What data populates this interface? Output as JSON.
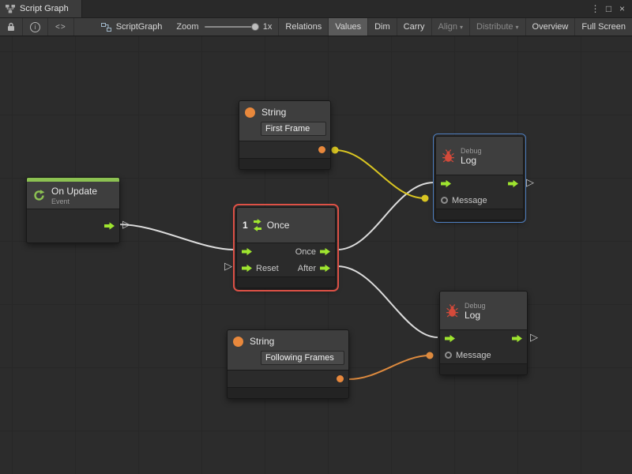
{
  "window": {
    "tab_title": "Script Graph"
  },
  "icons": {
    "menu": "⋮",
    "maximize": "□",
    "close": "×",
    "info": "i",
    "code": "<>",
    "connector": "▷"
  },
  "toolbar": {
    "breadcrumb": "ScriptGraph",
    "zoom_label": "Zoom",
    "zoom_value": "1x",
    "caret": "▾",
    "buttons": [
      {
        "label": "Relations",
        "selected": false
      },
      {
        "label": "Values",
        "selected": true
      },
      {
        "label": "Dim",
        "selected": false
      },
      {
        "label": "Carry",
        "selected": false
      },
      {
        "label": "Align",
        "selected": false,
        "disabled": true,
        "dropdown": true
      },
      {
        "label": "Distribute",
        "selected": false,
        "disabled": true,
        "dropdown": true
      },
      {
        "label": "Overview",
        "selected": false
      },
      {
        "label": "Full Screen",
        "selected": false
      }
    ]
  },
  "nodes": {
    "string_top": {
      "title": "String",
      "value": "First Frame"
    },
    "on_update": {
      "title": "On Update",
      "subtitle": "Event"
    },
    "once": {
      "badge": "1",
      "title": "Once",
      "out_once": "Once",
      "in_reset": "Reset",
      "out_after": "After"
    },
    "debug_top": {
      "kind": "Debug",
      "title": "Log",
      "message": "Message"
    },
    "debug_bottom": {
      "kind": "Debug",
      "title": "Log",
      "message": "Message"
    },
    "string_bottom": {
      "title": "String",
      "value": "Following Frames"
    }
  },
  "colors": {
    "wire_white": "#dcdcdc",
    "wire_yellow": "#d9c522",
    "wire_orange": "#dd8a3e",
    "flow_green": "#9fe52f",
    "string_orange": "#e8883c",
    "event_green": "#8CC152",
    "selection_red": "#dd5146",
    "focus_blue": "#4f7fc0",
    "bug_red": "#d44a3a"
  }
}
